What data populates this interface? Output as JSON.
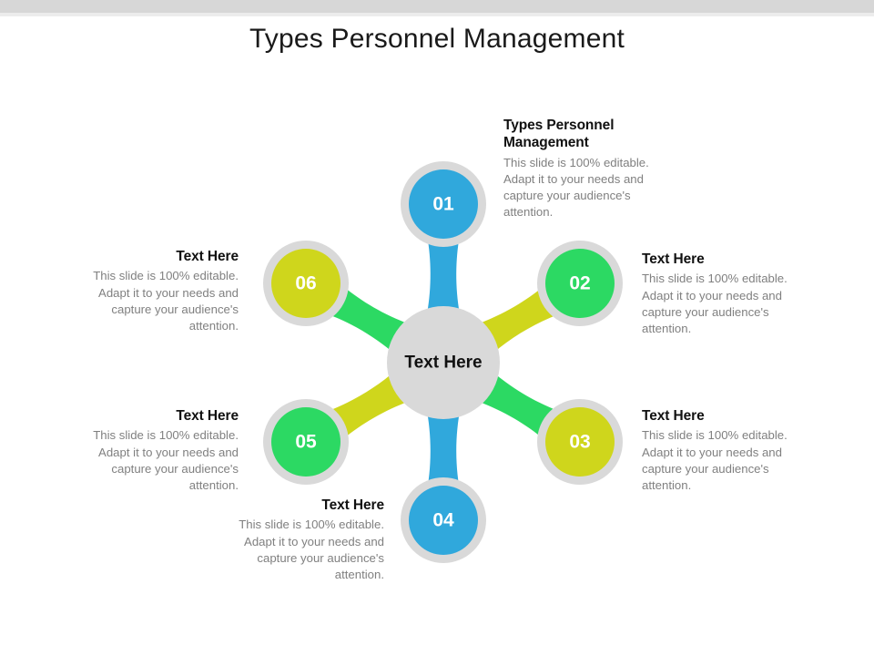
{
  "slide": {
    "title": "Types Personnel Management",
    "background_color": "#ffffff",
    "top_bar_color": "#d7d7d7"
  },
  "diagram": {
    "type": "hub-and-spoke",
    "hub": {
      "label": "Text Here",
      "color": "#d9d9d9"
    },
    "ring_color": "#d9d9d9",
    "nodes": [
      {
        "number": "01",
        "color": "#30a8dc",
        "position": "top"
      },
      {
        "number": "02",
        "color": "#2cd963",
        "position": "upper-right"
      },
      {
        "number": "03",
        "color": "#cfd61c",
        "position": "lower-right"
      },
      {
        "number": "04",
        "color": "#30a8dc",
        "position": "bottom"
      },
      {
        "number": "05",
        "color": "#2cd963",
        "position": "lower-left"
      },
      {
        "number": "06",
        "color": "#cfd61c",
        "position": "upper-left"
      }
    ]
  },
  "text_blocks": [
    {
      "id": "01",
      "heading": "Types Personnel Management",
      "body": "This slide is 100% editable. Adapt it to your needs and capture your audience's attention.",
      "align": "left"
    },
    {
      "id": "02",
      "heading": "Text Here",
      "body": "This slide is 100% editable. Adapt it to your needs and capture your audience's attention.",
      "align": "left"
    },
    {
      "id": "03",
      "heading": "Text Here",
      "body": "This slide is 100% editable. Adapt it to your needs and capture your audience's attention.",
      "align": "left"
    },
    {
      "id": "04",
      "heading": "Text Here",
      "body": "This slide is 100% editable. Adapt it to your needs and capture your audience's attention.",
      "align": "right"
    },
    {
      "id": "05",
      "heading": "Text Here",
      "body": "This slide is 100% editable. Adapt it to your needs and capture your audience's attention.",
      "align": "right"
    },
    {
      "id": "06",
      "heading": "Text Here",
      "body": "This slide is 100% editable. Adapt it to your needs and capture your audience's attention.",
      "align": "right"
    }
  ]
}
